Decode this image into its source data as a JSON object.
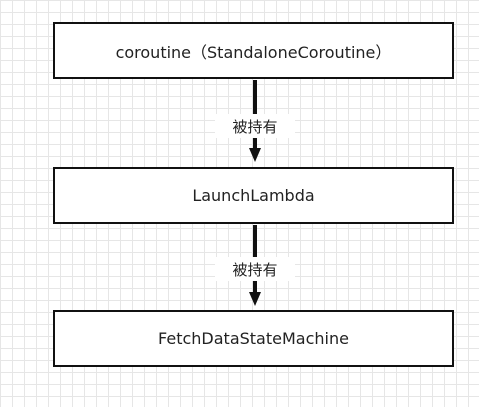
{
  "diagram": {
    "nodes": [
      {
        "label": "coroutine（StandaloneCoroutine）"
      },
      {
        "label": "LaunchLambda"
      },
      {
        "label": "FetchDataStateMachine"
      }
    ],
    "edges": [
      {
        "label": "被持有"
      },
      {
        "label": "被持有"
      }
    ]
  },
  "colors": {
    "stroke": "#111111",
    "grid": "#e6e6e6",
    "background": "#ffffff",
    "text": "#222222"
  }
}
